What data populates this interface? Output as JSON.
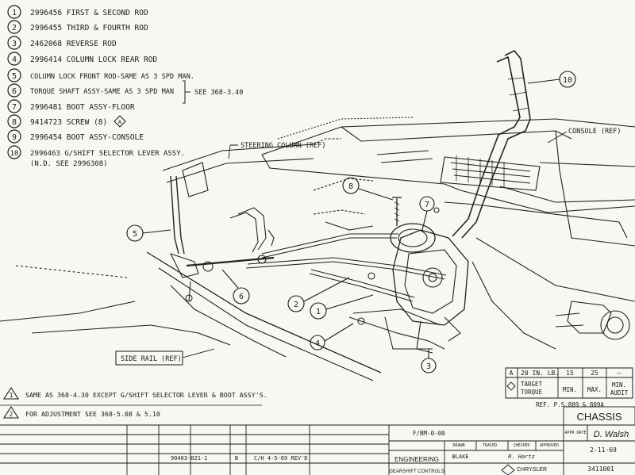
{
  "parts_list": [
    {
      "num": "1",
      "text": "2996456 FIRST & SECOND ROD"
    },
    {
      "num": "2",
      "text": "2996455 THIRD & FOURTH ROD"
    },
    {
      "num": "3",
      "text": "2462068 REVERSE ROD"
    },
    {
      "num": "4",
      "text": "2996414 COLUMN LOCK REAR ROD"
    },
    {
      "num": "5",
      "text": "COLUMN LOCK FRONT ROD-SAME AS 3 SPD MAN."
    },
    {
      "num": "6",
      "text": "TORQUE SHAFT ASSY-SAME AS 3 SPD MAN"
    },
    {
      "num": "7",
      "text": "2996481 BOOT ASSY-FLOOR"
    },
    {
      "num": "8",
      "text": "9414723 SCREW (8)"
    },
    {
      "num": "9",
      "text": "2996454 BOOT ASSY-CONSOLE"
    },
    {
      "num": "10",
      "text": "2996463 G/SHIFT SELECTOR LEVER ASSY."
    },
    {
      "num": "",
      "text": "(N.D. SEE 2996308)"
    }
  ],
  "see_note": "SEE 368-3.40",
  "callouts": {
    "steering_column": "STEERING COLUMN (REF)",
    "console": "CONSOLE (REF)",
    "side_rail": "SIDE RAIL (REF)"
  },
  "diamond_symbol": "A",
  "torque_table": {
    "row1": {
      "sym": "A",
      "spec": "20 IN. LB.",
      "min": "15",
      "max": "25",
      "dash": "—"
    },
    "row2": {
      "spec_line1": "TARGET",
      "spec_line2": "TORQUE",
      "min": "MIN.",
      "max": "MAX.",
      "audit_line1": "MIN.",
      "audit_line2": "AUDIT"
    },
    "ref": "REF. P.S.809 & 809A"
  },
  "notes": [
    {
      "num": "1",
      "text": "SAME AS 368-4.30 EXCEPT G/SHIFT SELECTOR LEVER & BOOT ASSY'S."
    },
    {
      "num": "2",
      "text": "FOR ADJUSTMENT SEE 368-5.08 & 5.10"
    }
  ],
  "title_block": {
    "chassis": "CHASSIS",
    "fig_no": "F/BM-0-00",
    "drawing_no": "90403-021-1",
    "rev_letter": "B",
    "rev_text": "C/H 4-5-69 REV'D",
    "engineering": "ENGINEERING",
    "gearshift": "GEARSHIFT CONTROLS",
    "drawn": "DRAWN",
    "traced": "TRACED",
    "checked": "CHECKED",
    "approved": "APPROVED",
    "app_date": "APPR DATE",
    "drawn_val": "BLAKE",
    "checked_val": "R. Hartz",
    "sign": "D. Walsh",
    "date": "2-11-69",
    "sheet_no": "3411001",
    "chrysler": "CHRYSLER"
  },
  "colors": {
    "ink": "#1a1a1a",
    "paper": "#f7f7f3"
  }
}
